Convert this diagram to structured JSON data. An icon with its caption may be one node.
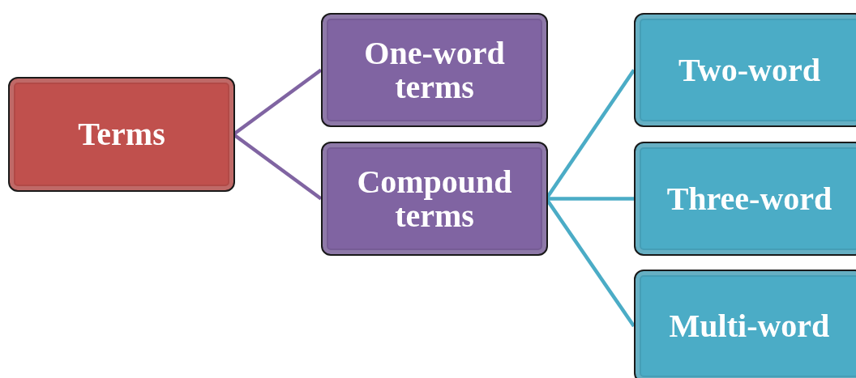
{
  "diagram": {
    "nodes": [
      {
        "text": [
          "Terms"
        ]
      },
      {
        "text": [
          "One-word terms"
        ]
      },
      {
        "text": [
          "Compound terms"
        ]
      },
      {
        "text": [
          "Two-word"
        ]
      },
      {
        "text": [
          "Three-word"
        ]
      },
      {
        "text": [
          "Multi-word"
        ]
      }
    ],
    "edges": [
      {
        "from": 0,
        "to": 1,
        "arrow": "none",
        "color": "#8064a2"
      },
      {
        "from": 0,
        "to": 2,
        "arrow": "none",
        "color": "#8064a2"
      },
      {
        "from": 2,
        "to": 3,
        "arrow": "none"
      },
      {
        "from": 2,
        "to": 4,
        "arrow": "none"
      },
      {
        "from": 2,
        "to": 5,
        "arrow": "none"
      }
    ]
  }
}
